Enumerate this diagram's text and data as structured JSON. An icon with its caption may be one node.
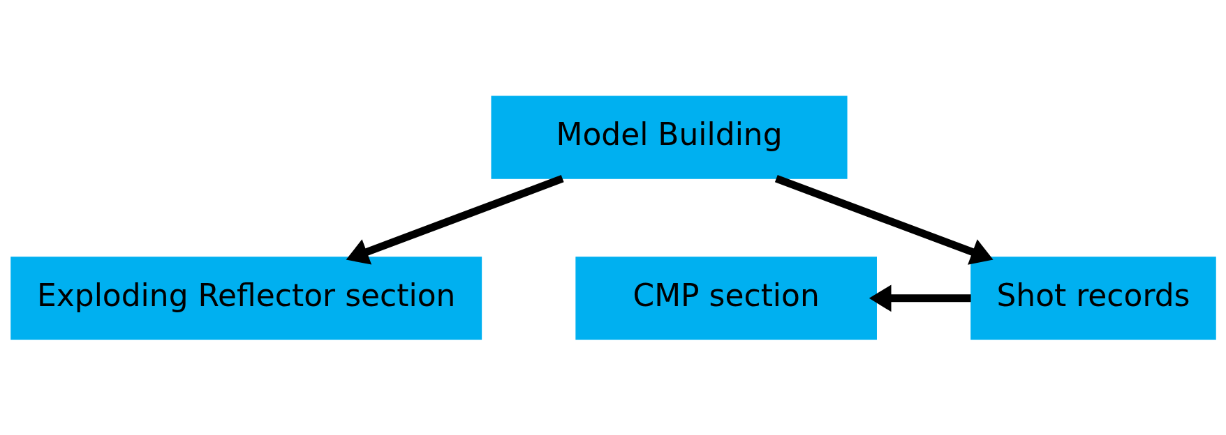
{
  "diagram": {
    "nodes": [
      {
        "text": [
          "Model Building"
        ]
      },
      {
        "text": [
          "Exploding Reflector section"
        ]
      },
      {
        "text": [
          "CMP section"
        ]
      },
      {
        "text": [
          "Shot records"
        ]
      }
    ],
    "edges": [
      {
        "from": 0,
        "to": 1,
        "arrow": "to"
      },
      {
        "from": 0,
        "to": 3,
        "arrow": "to"
      },
      {
        "from": 3,
        "to": 2,
        "arrow": "to"
      }
    ]
  }
}
